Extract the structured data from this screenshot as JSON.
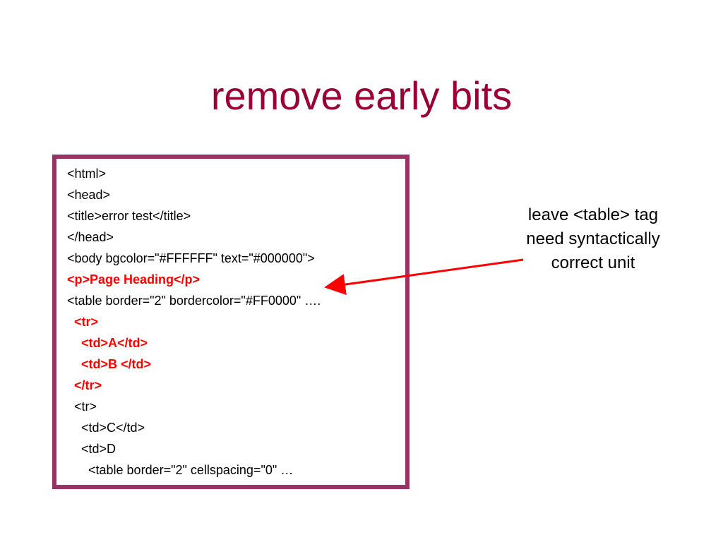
{
  "slide": {
    "title": "remove early bits",
    "colors": {
      "title": "#990033",
      "box_border": "#993366",
      "highlight": "#ff0000",
      "arrow": "#ff0000"
    },
    "code_lines": [
      {
        "text": "<html>",
        "highlight": false
      },
      {
        "text": "<head>",
        "highlight": false
      },
      {
        "text": "<title>error test</title>",
        "highlight": false
      },
      {
        "text": "</head>",
        "highlight": false
      },
      {
        "text": "<body bgcolor=\"#FFFFFF\" text=\"#000000\">",
        "highlight": false
      },
      {
        "text": "<p>Page Heading</p>",
        "highlight": true
      },
      {
        "text": "<table border=\"2\" bordercolor=\"#FF0000\" ….",
        "highlight": false
      },
      {
        "text": "  <tr>",
        "highlight": true
      },
      {
        "text": "    <td>A</td>",
        "highlight": true
      },
      {
        "text": "    <td>B </td>",
        "highlight": true
      },
      {
        "text": "  </tr>",
        "highlight": true
      },
      {
        "text": "  <tr>",
        "highlight": false
      },
      {
        "text": "    <td>C</td>",
        "highlight": false
      },
      {
        "text": "    <td>D",
        "highlight": false
      },
      {
        "text": "      <table border=\"2\" cellspacing=\"0\" …",
        "highlight": false
      }
    ],
    "annotation": {
      "line1": "leave <table> tag",
      "line2": "need syntactically",
      "line3": "correct unit"
    }
  }
}
